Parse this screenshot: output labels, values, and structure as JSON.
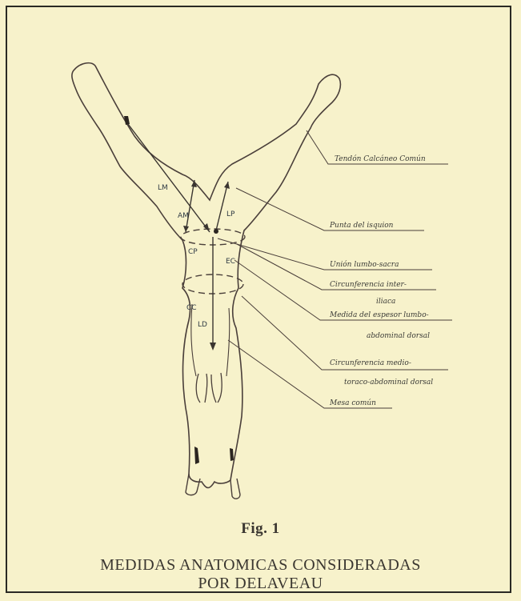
{
  "diagram": {
    "measure_labels": {
      "lm": "LM",
      "am": "AM",
      "lp": "LP",
      "cp": "CP",
      "ec": "EC",
      "cc": "CC",
      "ld": "LD"
    },
    "annotations": [
      "Tendón Calcáneo Común",
      "Punta del isquion",
      "Unión lumbo-sacra",
      "Circunferencia inter-",
      "iliaca",
      "Medida del espesor lumbo-",
      "abdominal dorsal",
      "Circunferencia medio-",
      "toraco-abdominal dorsal",
      "Mesa común"
    ]
  },
  "caption": {
    "figure_number": "Fig. 1",
    "title_line1": "MEDIDAS ANATOMICAS CONSIDERADAS",
    "title_line2": "POR DELAVEAU"
  }
}
